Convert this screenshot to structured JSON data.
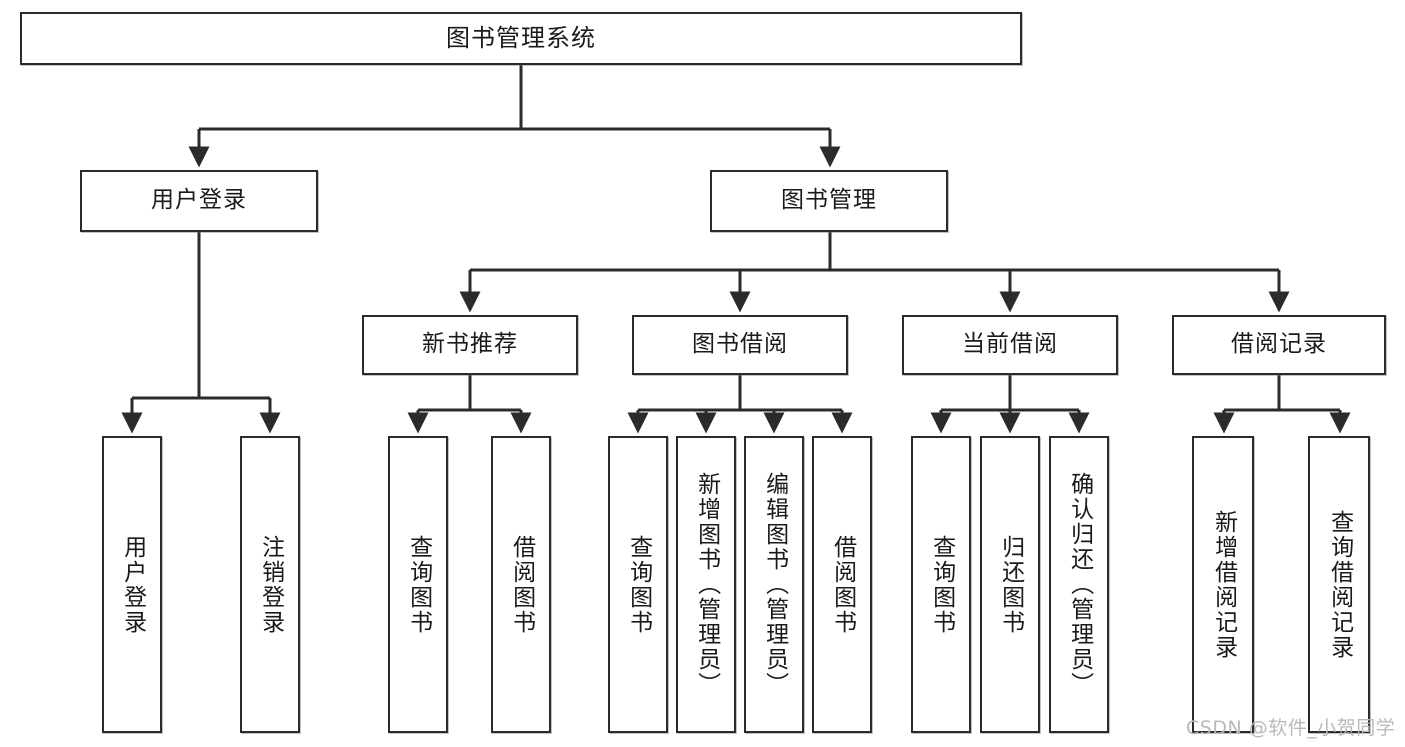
{
  "diagram": {
    "type": "tree-hierarchy-chart",
    "title": "图书管理系统",
    "line_color": "#2b2b2b",
    "box_fill": "#ffffff",
    "text_color": "#1a1a1a",
    "watermark": "CSDN @软件_小贺同学",
    "nodes": {
      "root": {
        "label": "图书管理系统"
      },
      "l2": [
        {
          "id": "user-login",
          "label": "用户登录"
        },
        {
          "id": "book-management",
          "label": "图书管理"
        }
      ],
      "l3": [
        {
          "id": "new-book-recommend",
          "label": "新书推荐"
        },
        {
          "id": "book-borrow",
          "label": "图书借阅"
        },
        {
          "id": "current-borrow",
          "label": "当前借阅"
        },
        {
          "id": "borrow-record",
          "label": "借阅记录"
        }
      ],
      "leaves": {
        "user_login": [
          {
            "id": "leaf-user-login",
            "label": "用户登录"
          },
          {
            "id": "leaf-logout-login",
            "label": "注销登录"
          }
        ],
        "new_book_recommend": [
          {
            "id": "leaf-query-book-1",
            "label": "查询图书"
          },
          {
            "id": "leaf-borrow-book-1",
            "label": "借阅图书"
          }
        ],
        "book_borrow": [
          {
            "id": "leaf-query-book-2",
            "label": "查询图书"
          },
          {
            "id": "leaf-add-book-admin",
            "label": "新增图书（管理员）"
          },
          {
            "id": "leaf-edit-book-admin",
            "label": "编辑图书（管理员）"
          },
          {
            "id": "leaf-borrow-book-2",
            "label": "借阅图书"
          }
        ],
        "current_borrow": [
          {
            "id": "leaf-query-book-3",
            "label": "查询图书"
          },
          {
            "id": "leaf-return-book",
            "label": "归还图书"
          },
          {
            "id": "leaf-confirm-return-admin",
            "label": "确认归还（管理员）"
          }
        ],
        "borrow_record": [
          {
            "id": "leaf-add-borrow-record",
            "label": "新增借阅记录"
          },
          {
            "id": "leaf-query-borrow-record",
            "label": "查询借阅记录"
          }
        ]
      }
    }
  }
}
